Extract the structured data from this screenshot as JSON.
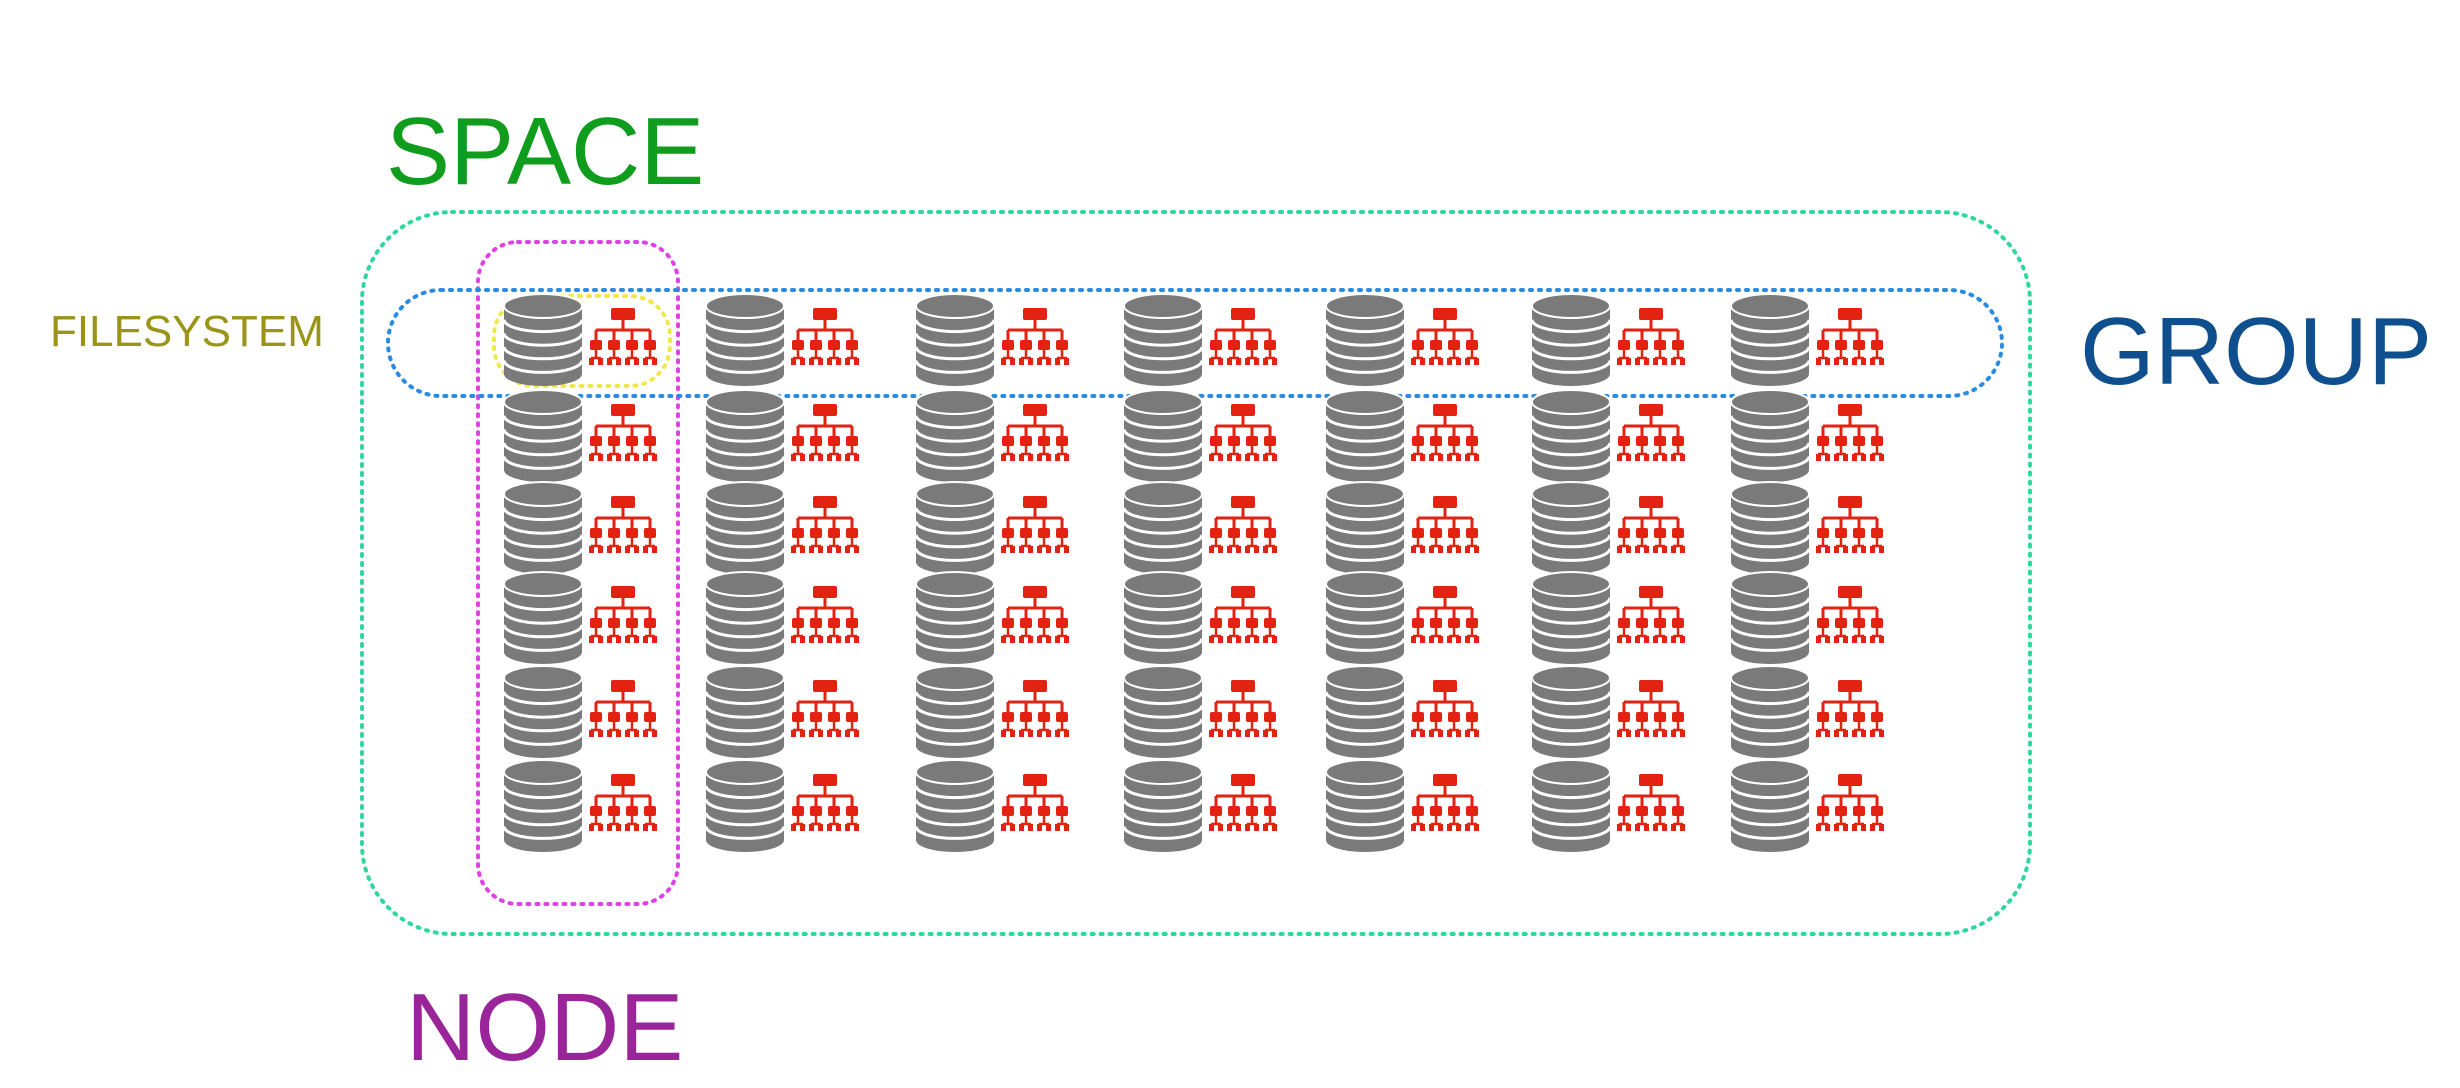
{
  "labels": {
    "space": "SPACE",
    "group": "GROUP",
    "node": "NODE",
    "filesystem": "FILESYSTEM"
  },
  "colors": {
    "space": "#109c1c",
    "group": "#0f4f8e",
    "node": "#9a249a",
    "filesystem": "#9a9418",
    "space_boundary": "#2fd6a0",
    "group_boundary": "#2a8be0",
    "node_boundary": "#e040e8",
    "filesystem_boundary": "#f0e84a",
    "database_icon": "#7a7a7a",
    "hierarchy_icon": "#e32212"
  },
  "grid": {
    "rows": 6,
    "columns": 7
  },
  "icons": [
    "database-icon",
    "hierarchy-icon"
  ]
}
